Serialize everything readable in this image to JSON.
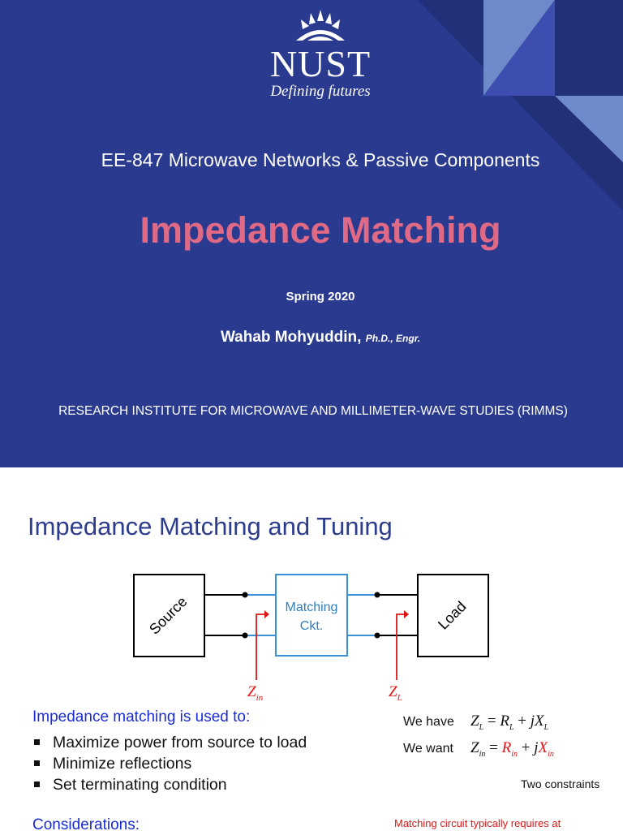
{
  "slide1": {
    "logo_name": "NUST",
    "logo_tagline": "Defining futures",
    "course": "EE-847 Microwave Networks & Passive Components",
    "title": "Impedance Matching",
    "term": "Spring 2020",
    "author": "Wahab Mohyuddin,",
    "author_credentials": "Ph.D., Engr.",
    "institute": "RESEARCH INSTITUTE FOR MICROWAVE AND MILLIMETER-WAVE STUDIES (RIMMS)",
    "colors": {
      "background": "#2a3a8f",
      "title": "#e06a86",
      "deco_light": "#6e8acb",
      "deco_dark": "#22307a"
    }
  },
  "slide2": {
    "heading": "Impedance Matching and Tuning",
    "diagram": {
      "source_label": "Source",
      "matching_label_line1": "Matching",
      "matching_label_line2": "Ckt.",
      "load_label": "Load",
      "zin_label": "Z",
      "zin_sub": "in",
      "zl_label": "Z",
      "zl_sub": "L"
    },
    "uses_heading": "Impedance matching is used to:",
    "uses": [
      "Maximize power from source to load",
      "Minimize reflections",
      "Set terminating condition"
    ],
    "we_have_label": "We have",
    "we_want_label": "We want",
    "constraints_label": "Two constraints",
    "considerations_heading": "Considerations:",
    "note": "Matching circuit typically requires at",
    "colors": {
      "heading": "#2e3c8e",
      "subhead": "#1a2bd6",
      "accent_red": "#e01616",
      "line_blue": "#3b8fd6"
    }
  }
}
